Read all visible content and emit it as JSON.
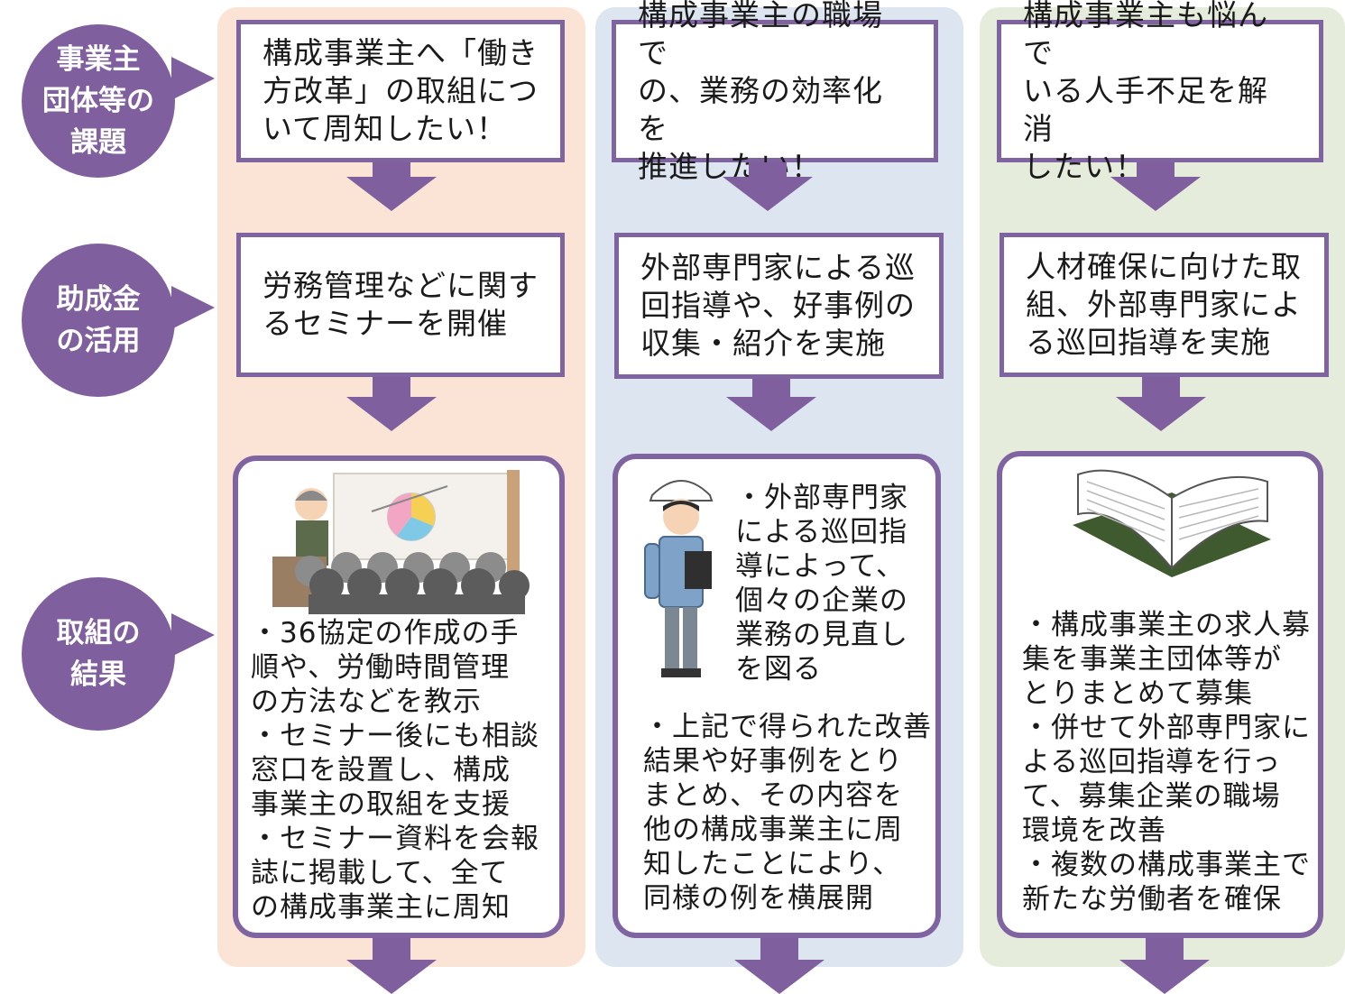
{
  "colors": {
    "accent": "#7f5f9e",
    "column1_bg": "#fbe4d5",
    "column2_bg": "#dde5f1",
    "column3_bg": "#e6ecdb"
  },
  "row_labels": [
    "事業主\n団体等の\n課題",
    "助成金\nの活用",
    "取組の\n結果"
  ],
  "columns": [
    {
      "issue": "構成事業主へ「働き\n方改革」の取組につ\nいて周知したい！",
      "subsidy_use": "労務管理などに関す\nるセミナーを開催",
      "illustration": "seminar-illustration",
      "result": "・36協定の作成の手\n順や、労働時間管理\nの方法などを教示\n・セミナー後にも相談\n窓口を設置し、構成\n事業主の取組を支援\n・セミナー資料を会報\n誌に掲載して、全て\nの構成事業主に周知"
    },
    {
      "issue": "構成事業主の職場で\nの、業務の効率化を\n推進したい！",
      "subsidy_use": "外部専門家による巡\n回指導や、好事例の\n収集・紹介を実施",
      "illustration": "construction-worker-illustration",
      "result_side": "・外部専門家\nによる巡回指\n導によって、\n個々の企業の\n業務の見直し\nを図る",
      "result": "・上記で得られた改善\n結果や好事例をとり\nまとめ、その内容を\n他の構成事業主に周\n知したことにより、\n同様の例を横展開"
    },
    {
      "issue": "構成事業主も悩んで\nいる人手不足を解消\nしたい！",
      "subsidy_use": "人材確保に向けた取\n組、外部専門家によ\nる巡回指導を実施",
      "illustration": "open-notebook-illustration",
      "result": "・構成事業主の求人募\n集を事業主団体等が\nとりまとめて募集\n・併せて外部専門家に\nよる巡回指導を行っ\nて、募集企業の職場\n環境を改善\n・複数の構成事業主で\n新たな労働者を確保"
    }
  ]
}
